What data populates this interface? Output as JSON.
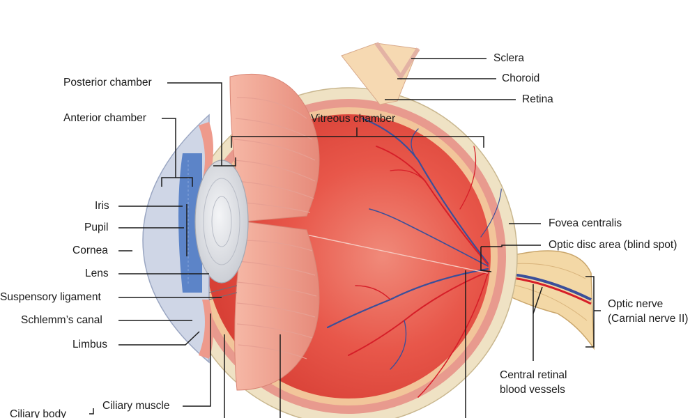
{
  "labels": {
    "sclera": "Sclera",
    "choroid": "Choroid",
    "retina": "Retina",
    "posterior_chamber": "Posterior chamber",
    "anterior_chamber": "Anterior chamber",
    "vitreous_chamber": "Vitreous chamber",
    "iris": "Iris",
    "pupil": "Pupil",
    "cornea": "Cornea",
    "lens": "Lens",
    "suspensory_ligament": "Suspensory ligament",
    "schlemms_canal": "Schlemm’s canal",
    "limbus": "Limbus",
    "ciliary_muscle": "Ciliary muscle",
    "ciliary_body": "Ciliary body",
    "fovea_centralis": "Fovea centralis",
    "optic_disc": "Optic disc area (blind spot)",
    "optic_nerve": "Optic nerve\n(Carnial nerve II)",
    "central_retinal_vessels": "Central retinal\nblood vessels"
  },
  "colors": {
    "sclera": "#efe2c4",
    "choroid": "#e89a8e",
    "retina": "#f2c59a",
    "vitreous": "#e8564a",
    "cornea": "#cfd6e6",
    "iris": "#5c84c8",
    "lens": "#e4e6ea",
    "artery": "#d61e28",
    "vein": "#3b4f9a",
    "leader": "#1a1a1a"
  }
}
